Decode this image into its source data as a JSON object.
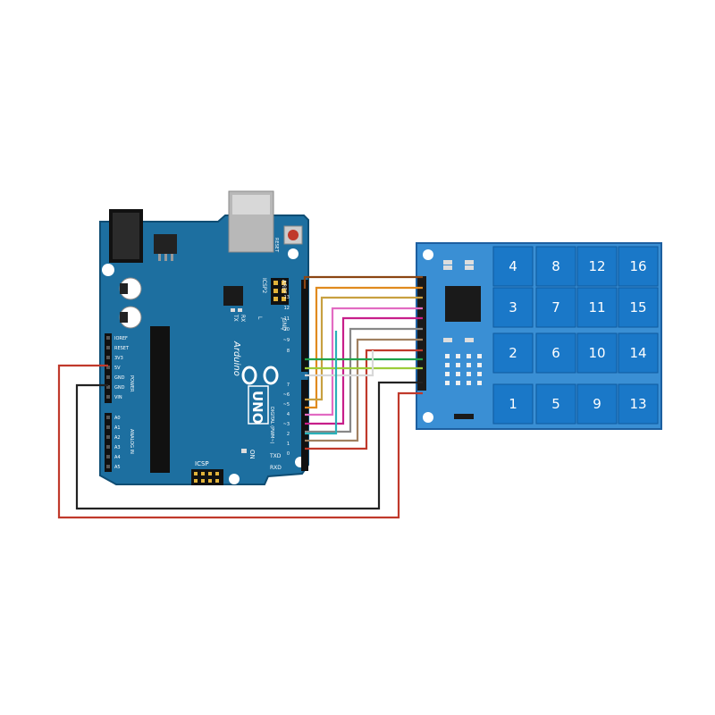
{
  "arduino": {
    "brand": "Arduino",
    "model": "UNO",
    "labels": {
      "reset": "RESET",
      "icsp2": "ICSP2",
      "icsp": "ICSP",
      "aref": "AREF",
      "gnd": "GND",
      "tx": "TX",
      "rx": "RX",
      "l": "L",
      "on": "ON",
      "power": "POWER",
      "analog_in": "ANALOG IN",
      "digital": "DIGITAL (PWM~)",
      "txd": "TXD",
      "rxd": "RXD"
    },
    "power_pins": [
      "IOREF",
      "RESET",
      "3V3",
      "5V",
      "GND",
      "GND",
      "VIN"
    ],
    "analog_pins": [
      "A0",
      "A1",
      "A2",
      "A3",
      "A4",
      "A5"
    ],
    "digital_pins": [
      "13",
      "12",
      "~11",
      "~10",
      "~9",
      "8",
      "7",
      "~6",
      "~5",
      "4",
      "~3",
      "2",
      "1",
      "0"
    ]
  },
  "keypad": {
    "columns": [
      [
        "4",
        "3",
        "2",
        "1"
      ],
      [
        "8",
        "7",
        "6",
        "5"
      ],
      [
        "12",
        "11",
        "10",
        "9"
      ],
      [
        "16",
        "15",
        "14",
        "13"
      ]
    ]
  },
  "colors": {
    "board": "#1d6fa0",
    "keypad_pcb": "#3a8fd4",
    "key": "#1a78c8",
    "wire_vcc": "#c0392b",
    "wire_gnd": "#222222"
  }
}
